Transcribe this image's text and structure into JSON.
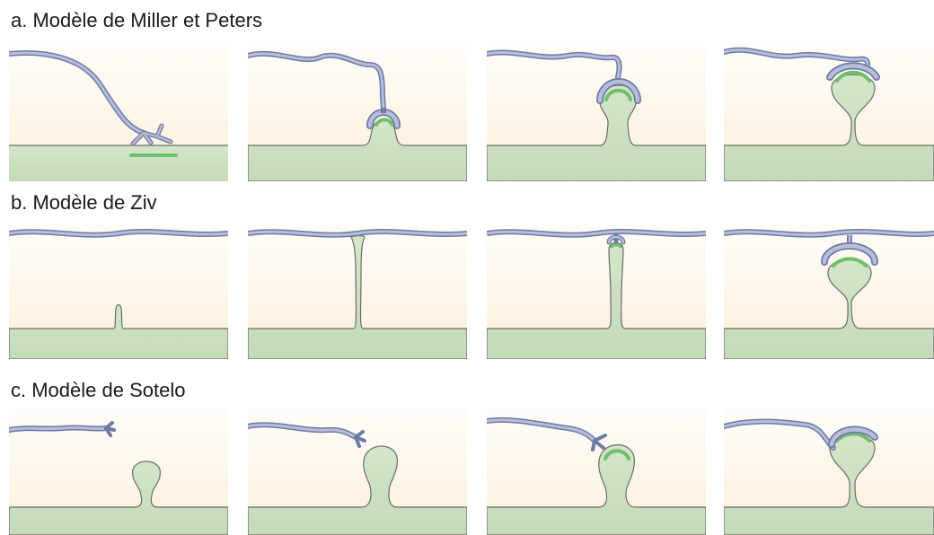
{
  "rows": [
    {
      "id": "a",
      "title": "a.  Modèle de Miller et Peters"
    },
    {
      "id": "b",
      "title": "b.  Modèle de Ziv"
    },
    {
      "id": "c",
      "title": "c.  Modèle de Sotelo"
    }
  ],
  "colors": {
    "extracellular_bg": "#fdf3e4",
    "dendrite_fill": "#cfe3c5",
    "axon_stroke": "#6f7aa4",
    "axon_fill": "#b7bedb",
    "psd_green": "#6fbf6a",
    "membrane_outline": "#6b6b6b"
  }
}
